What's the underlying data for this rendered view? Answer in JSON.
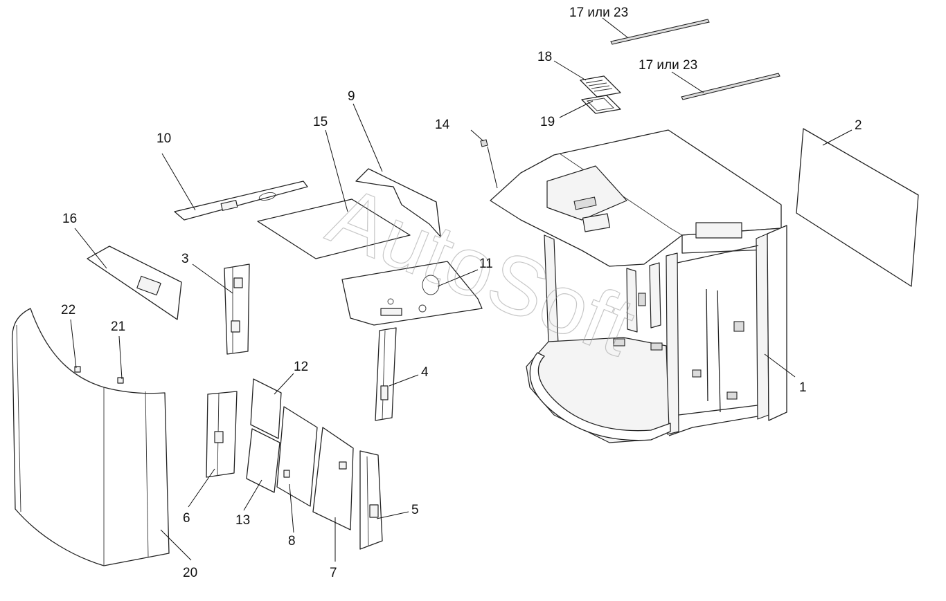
{
  "diagram": {
    "watermark": "AutoSoft",
    "callouts": {
      "c1": "1",
      "c2": "2",
      "c3": "3",
      "c4": "4",
      "c5": "5",
      "c6": "6",
      "c7": "7",
      "c8": "8",
      "c9": "9",
      "c10": "10",
      "c11": "11",
      "c12": "12",
      "c13": "13",
      "c14": "14",
      "c15": "15",
      "c16": "16",
      "c17a": "17 или 23",
      "c17b": "17 или 23",
      "c18": "18",
      "c19": "19",
      "c20": "20",
      "c21": "21",
      "c22": "22"
    }
  }
}
